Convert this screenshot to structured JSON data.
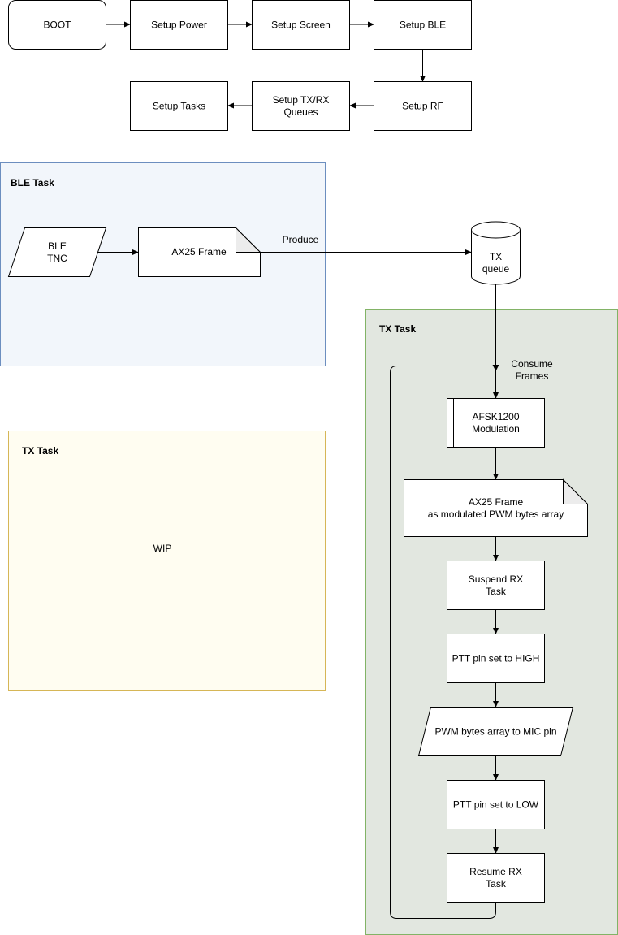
{
  "nodes": {
    "boot": "BOOT",
    "setup_power": "Setup Power",
    "setup_screen": "Setup Screen",
    "setup_ble": "Setup BLE",
    "setup_tasks": "Setup Tasks",
    "setup_txrx_1": "Setup TX/RX",
    "setup_txrx_2": "Queues",
    "setup_rf": "Setup RF",
    "ble_tnc_1": "BLE",
    "ble_tnc_2": "TNC",
    "ax25_frame": "AX25 Frame",
    "tx_queue_1": "TX",
    "tx_queue_2": "queue",
    "afsk_1": "AFSK1200",
    "afsk_2": "Modulation",
    "ax25_pwm_1": "AX25 Frame",
    "ax25_pwm_2": "as modulated PWM bytes array",
    "suspend_rx_1": "Suspend RX",
    "suspend_rx_2": "Task",
    "ptt_high": "PTT pin set to HIGH",
    "pwm_to_mic": "PWM bytes array to MIC pin",
    "ptt_low": "PTT pin set to LOW",
    "resume_rx_1": "Resume RX",
    "resume_rx_2": "Task",
    "wip": "WIP"
  },
  "groups": {
    "ble_task": "BLE Task",
    "tx_task_right": "TX Task",
    "tx_task_left": "TX Task"
  },
  "edges": {
    "produce": "Produce",
    "consume_1": "Consume",
    "consume_2": "Frames"
  },
  "colors": {
    "ble_fill": "#f2f6fb",
    "ble_stroke": "#6c8ebf",
    "tx_right_fill": "#e2e7e0",
    "tx_right_stroke": "#82b366",
    "tx_left_fill": "#fffdf1",
    "tx_left_stroke": "#d6b656"
  }
}
